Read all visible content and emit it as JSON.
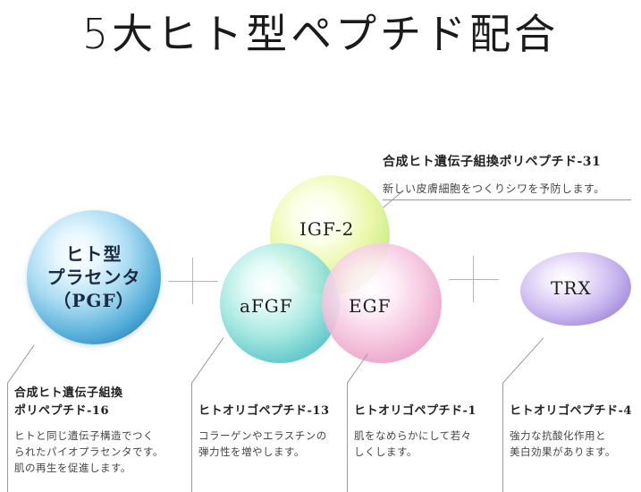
{
  "title": "5大ヒト型ペプチド配合",
  "top_callout": {
    "heading": "合成ヒト遺伝子組換ポリペプチド-31",
    "description": "新しい皮膚細胞をつくりシワを予防します。"
  },
  "bubbles": {
    "pgf": {
      "line1": "ヒト型",
      "line2": "プラセンタ",
      "line3": "（PGF）",
      "color": "#4ea9d6"
    },
    "igf": {
      "label": "IGF-2",
      "color": "#e9f7a2"
    },
    "afgf": {
      "label": "aFGF",
      "color": "#59c6c7"
    },
    "egf": {
      "label": "EGF",
      "color": "#ea9dc6"
    },
    "trx": {
      "label": "TRX",
      "color": "#9c82d6"
    }
  },
  "columns": [
    {
      "heading_line1": "合成ヒト遺伝子組換",
      "heading_line2": "ポリペプチド-16",
      "desc_line1": "ヒトと同じ遺伝子構造でつく",
      "desc_line2": "られたパイオプラセンタです。",
      "desc_line3": "肌の再生を促進します。"
    },
    {
      "heading_line1": "ヒトオリゴペプチド-13",
      "desc_line1": "コラーゲンやエラスチンの",
      "desc_line2": "弾力性を増やします。"
    },
    {
      "heading_line1": "ヒトオリゴペプチド-1",
      "desc_line1": "肌をなめらかにして若々",
      "desc_line2": "しくします。"
    },
    {
      "heading_line1": "ヒトオリゴペプチド-4",
      "desc_line1": "強力な抗酸化作用と",
      "desc_line2": "美白効果があります。"
    }
  ]
}
